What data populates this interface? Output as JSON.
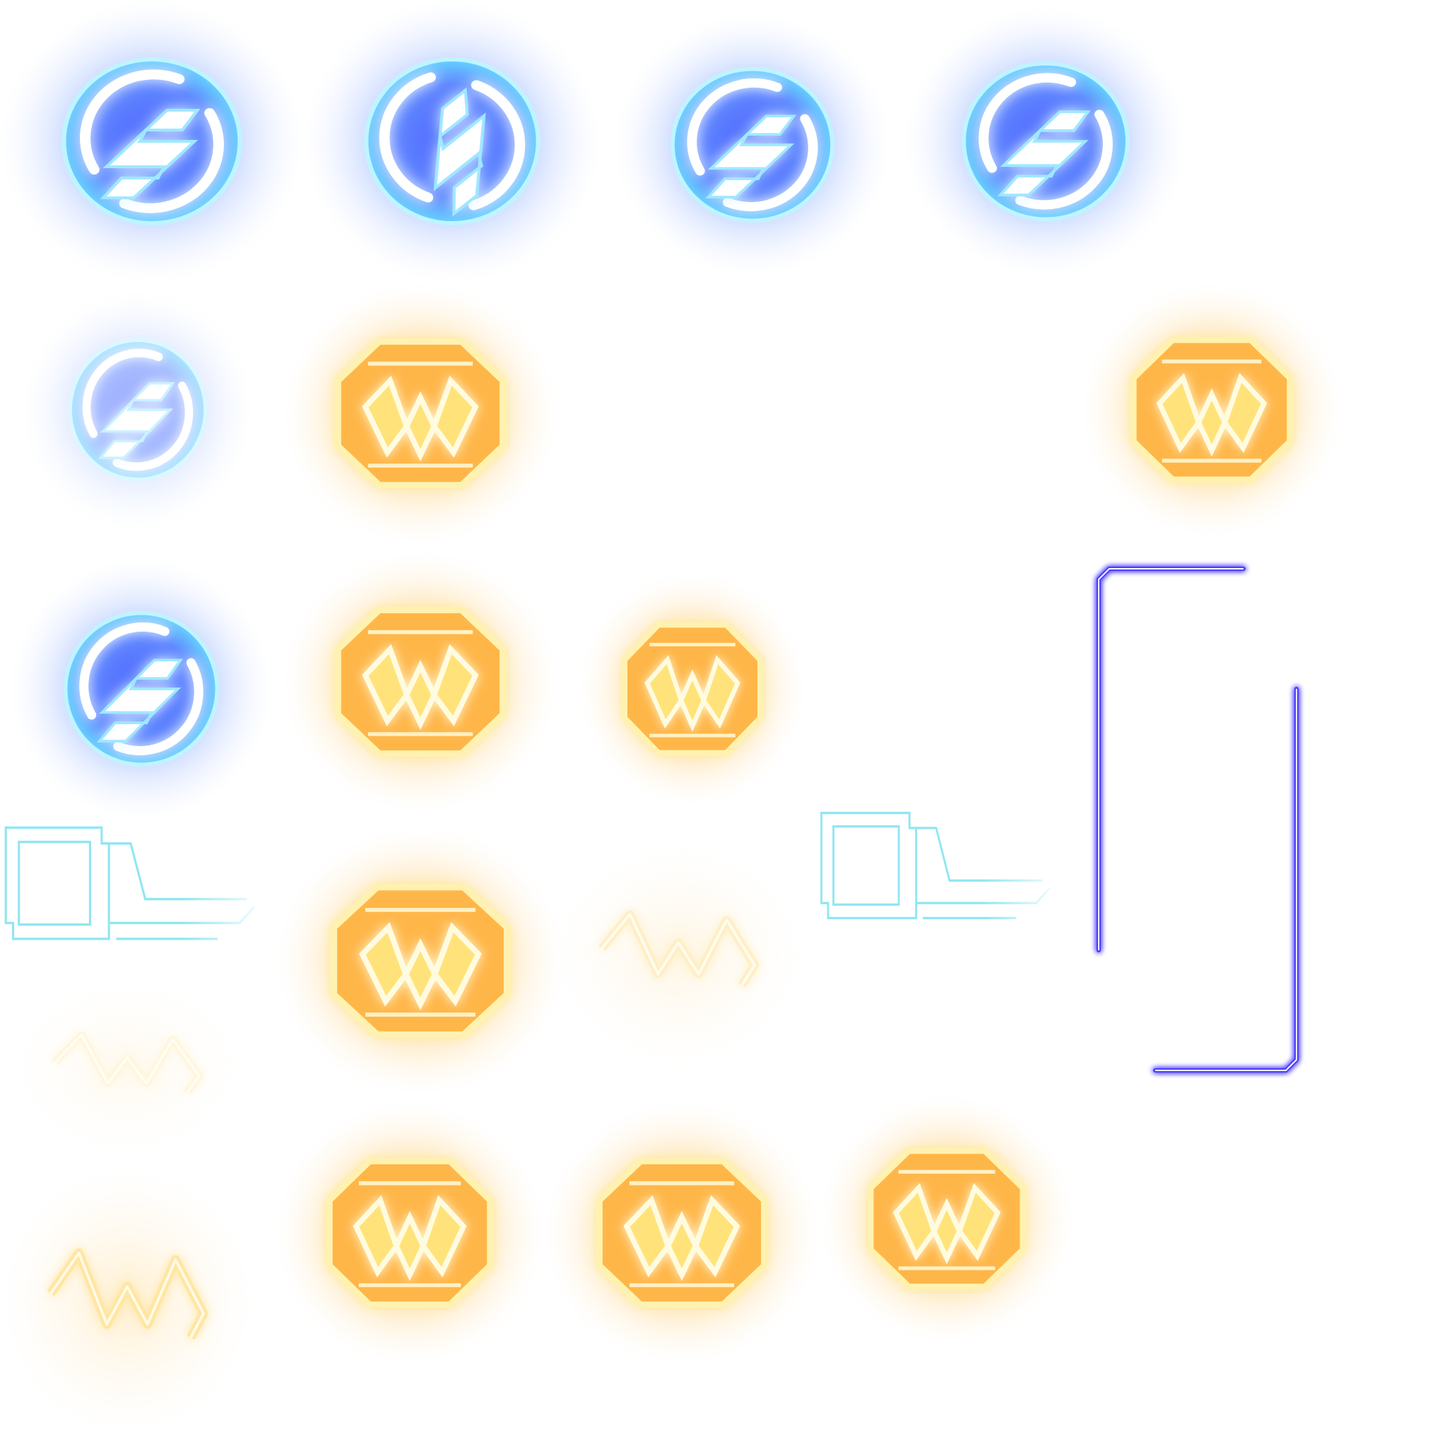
{
  "sheet": {
    "kind": "game sprite atlas",
    "colors": {
      "blue_core": "#5a7cff",
      "blue_ring": "#7fe4ff",
      "blue_glow": "#9bb8ff",
      "gold_core": "#ffb43a",
      "gold_light": "#fff1a6",
      "gold_glow": "#ffd68a",
      "violet_line": "#4c3cff",
      "cyan_frame": "#8fe6f2"
    },
    "icons": {
      "s_emblem": "s-emblem-icon",
      "w_emblem": "w-emblem-icon",
      "w_stroke": "w-stroke-icon",
      "neon_bar": "neon-bar",
      "neon_corner": "neon-corner-bracket",
      "hud_frame": "hud-frame-panel"
    },
    "opacity_levels": {
      "s_faded": 0.55,
      "w_faded": 0.45,
      "w_stroke_faint": 0.35
    }
  }
}
